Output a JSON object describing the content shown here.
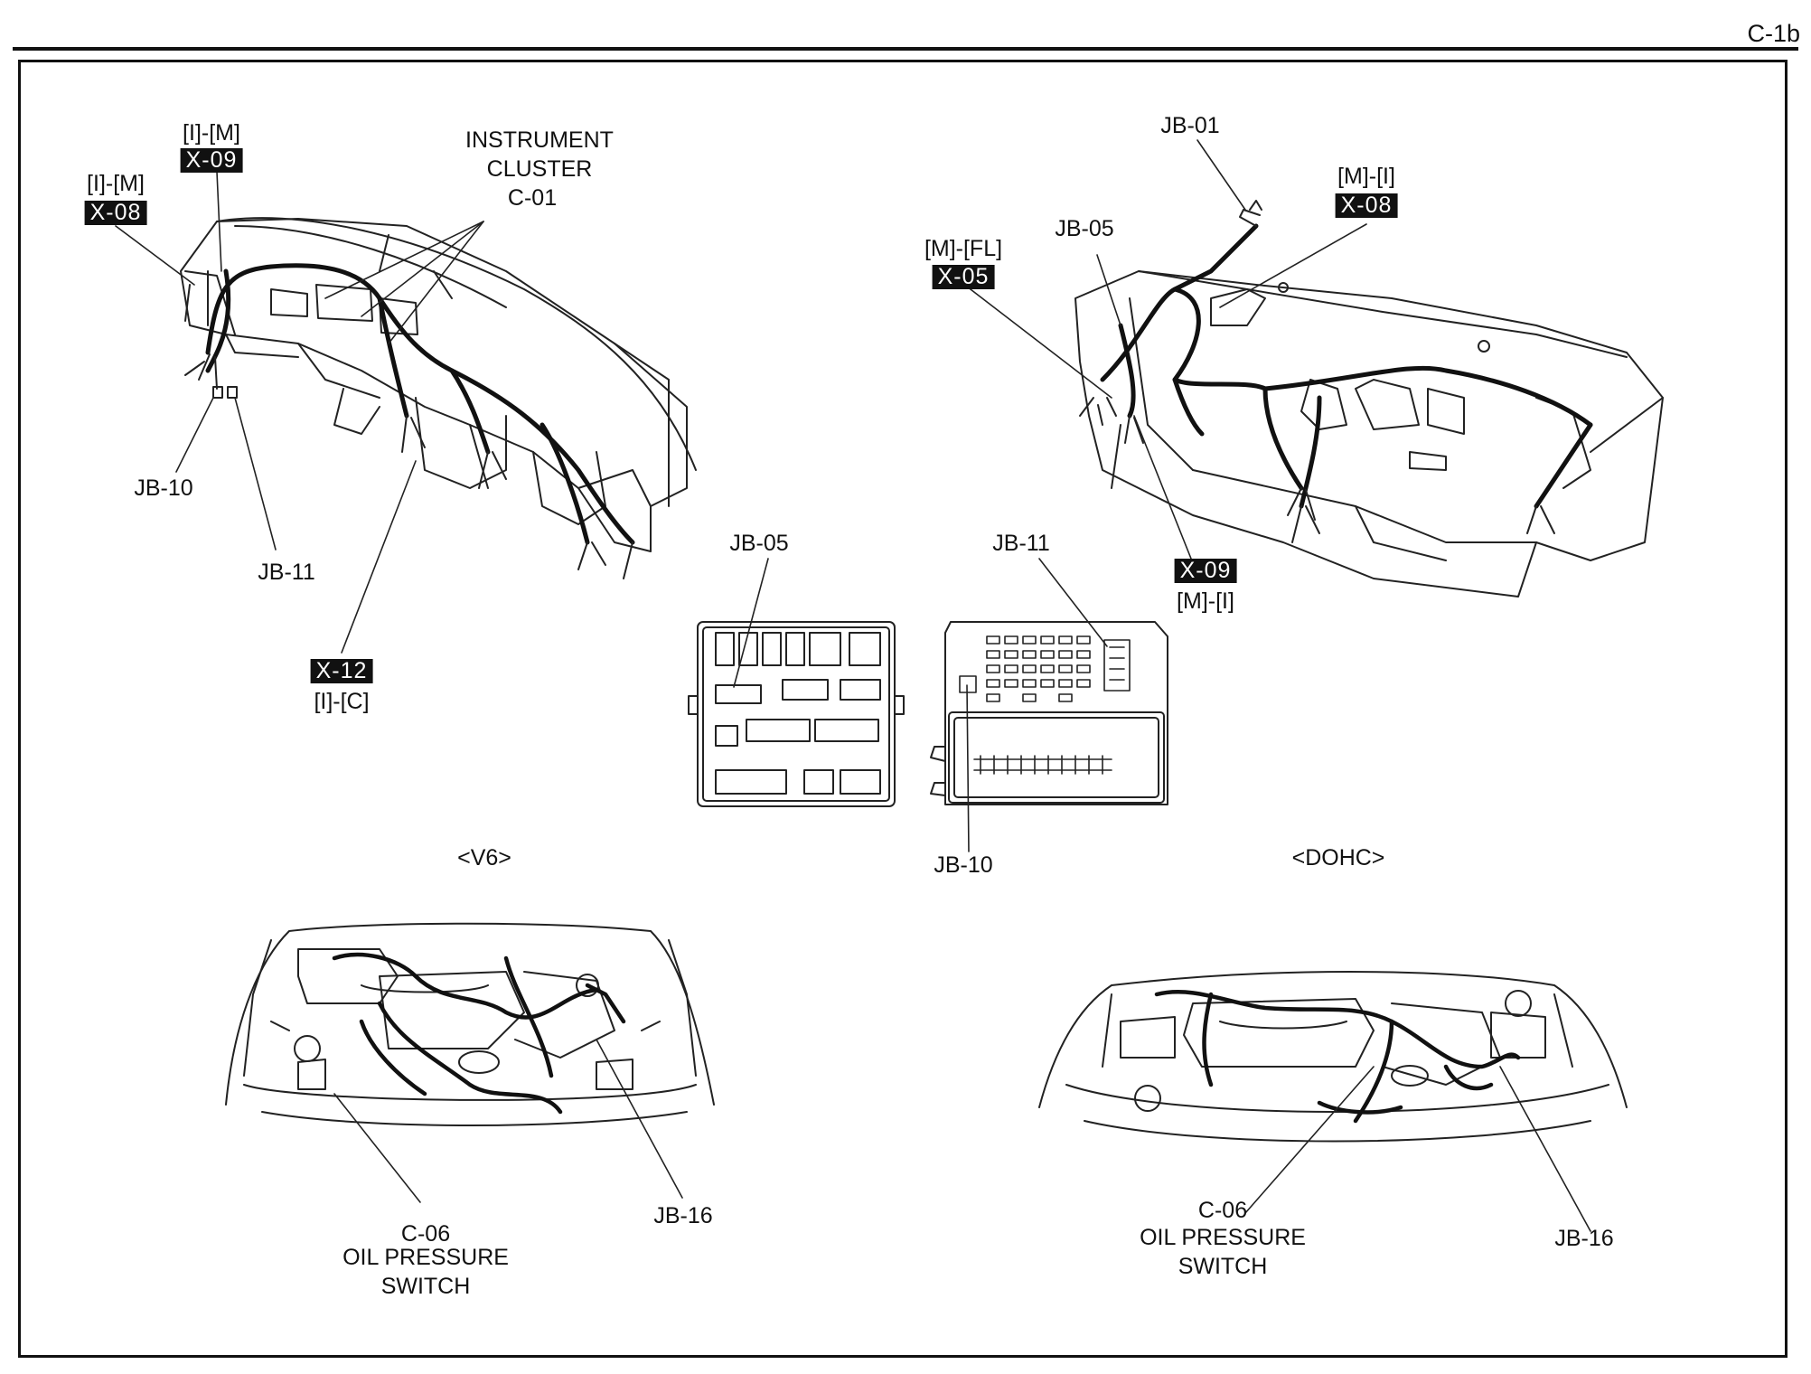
{
  "page_id": "C-1b",
  "dashboard_left": {
    "x09_pin": "[I]-[M]",
    "x09_tag": "X-09",
    "x08_pin": "[I]-[M]",
    "x08_tag": "X-08",
    "cluster_line1": "INSTRUMENT",
    "cluster_line2": "CLUSTER",
    "cluster_code": "C-01",
    "jb10": "JB-10",
    "jb11": "JB-11",
    "x12_tag": "X-12",
    "x12_pin": "[I]-[C]"
  },
  "dashboard_right": {
    "jb01": "JB-01",
    "x08_pin": "[M]-[I]",
    "x08_tag": "X-08",
    "jb05": "JB-05",
    "x05_pin": "[M]-[FL]",
    "x05_tag": "X-05",
    "x09_tag": "X-09",
    "x09_pin": "[M]-[I]"
  },
  "junction_boxes": {
    "jb05": "JB-05",
    "jb11": "JB-11",
    "jb10": "JB-10"
  },
  "engine_v6": {
    "variant": "<V6>",
    "c06_code": "C-06",
    "c06_line1": "OIL PRESSURE",
    "c06_line2": "SWITCH",
    "jb16": "JB-16"
  },
  "engine_dohc": {
    "variant": "<DOHC>",
    "c06_code": "C-06",
    "c06_line1": "OIL PRESSURE",
    "c06_line2": "SWITCH",
    "jb16": "JB-16"
  }
}
